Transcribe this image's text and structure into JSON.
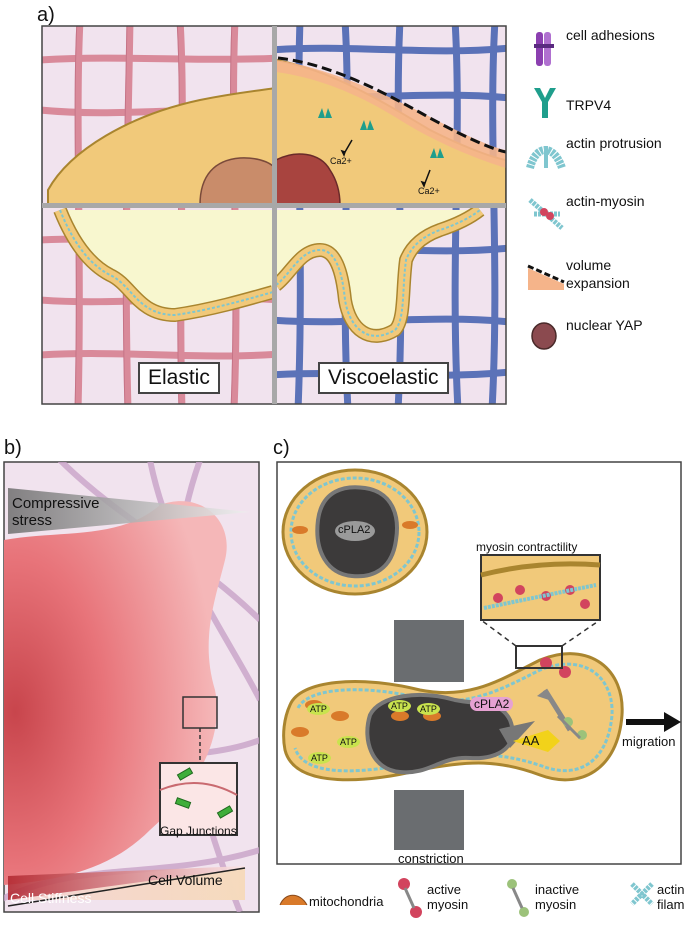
{
  "panel_a": {
    "letter": "a)",
    "label_elastic": "Elastic",
    "label_viscoelastic": "Viscoelastic",
    "ca_label_1": "Ca2+",
    "ca_label_2": "Ca2+",
    "legend": [
      {
        "icon": "cell-adhesions-icon",
        "label": "cell adhesions"
      },
      {
        "icon": "trpv4-icon",
        "label": "TRPV4"
      },
      {
        "icon": "actin-protrusion-icon",
        "label": "actin protrusion"
      },
      {
        "icon": "actin-myosin-icon",
        "label": "actin-myosin"
      },
      {
        "icon": "volume-expansion-icon",
        "label": "volume expansion"
      },
      {
        "icon": "nuclear-yap-icon",
        "label": "nuclear YAP"
      }
    ]
  },
  "panel_b": {
    "letter": "b)",
    "compressive_stress": "Compressive stress",
    "gap_junctions": "Gap Junctions",
    "cell_volume": "Cell Volume",
    "cell_stiffness": "Cell Stiffness"
  },
  "panel_c": {
    "letter": "c)",
    "cpla2_top": "cPLA2",
    "cpla2_bottom": "cPLA2",
    "myosin_contractility": "myosin contractility",
    "atp": "ATP",
    "aa": "AA",
    "migration": "migration",
    "constriction": "constriction",
    "legend": [
      {
        "icon": "mitochondria-icon",
        "label": "mitochondria"
      },
      {
        "icon": "active-myosin-icon",
        "label": "active myosin"
      },
      {
        "icon": "inactive-myosin-icon",
        "label": "inactive myosin"
      },
      {
        "icon": "actin-filaments-icon",
        "label": "actin filaments"
      }
    ]
  },
  "colors": {
    "elastic_mesh": "#d98a9a",
    "viscoelastic_mesh": "#5b72b8",
    "background_pink": "#f1e3ee",
    "cell_fill": "#f1c97a",
    "cell_border": "#a9852f",
    "nucleus": "#8b4a4f",
    "lumen": "#f8f7cf",
    "stiff_cell": "#e8585e",
    "soft_cell": "#f5b7b8"
  }
}
